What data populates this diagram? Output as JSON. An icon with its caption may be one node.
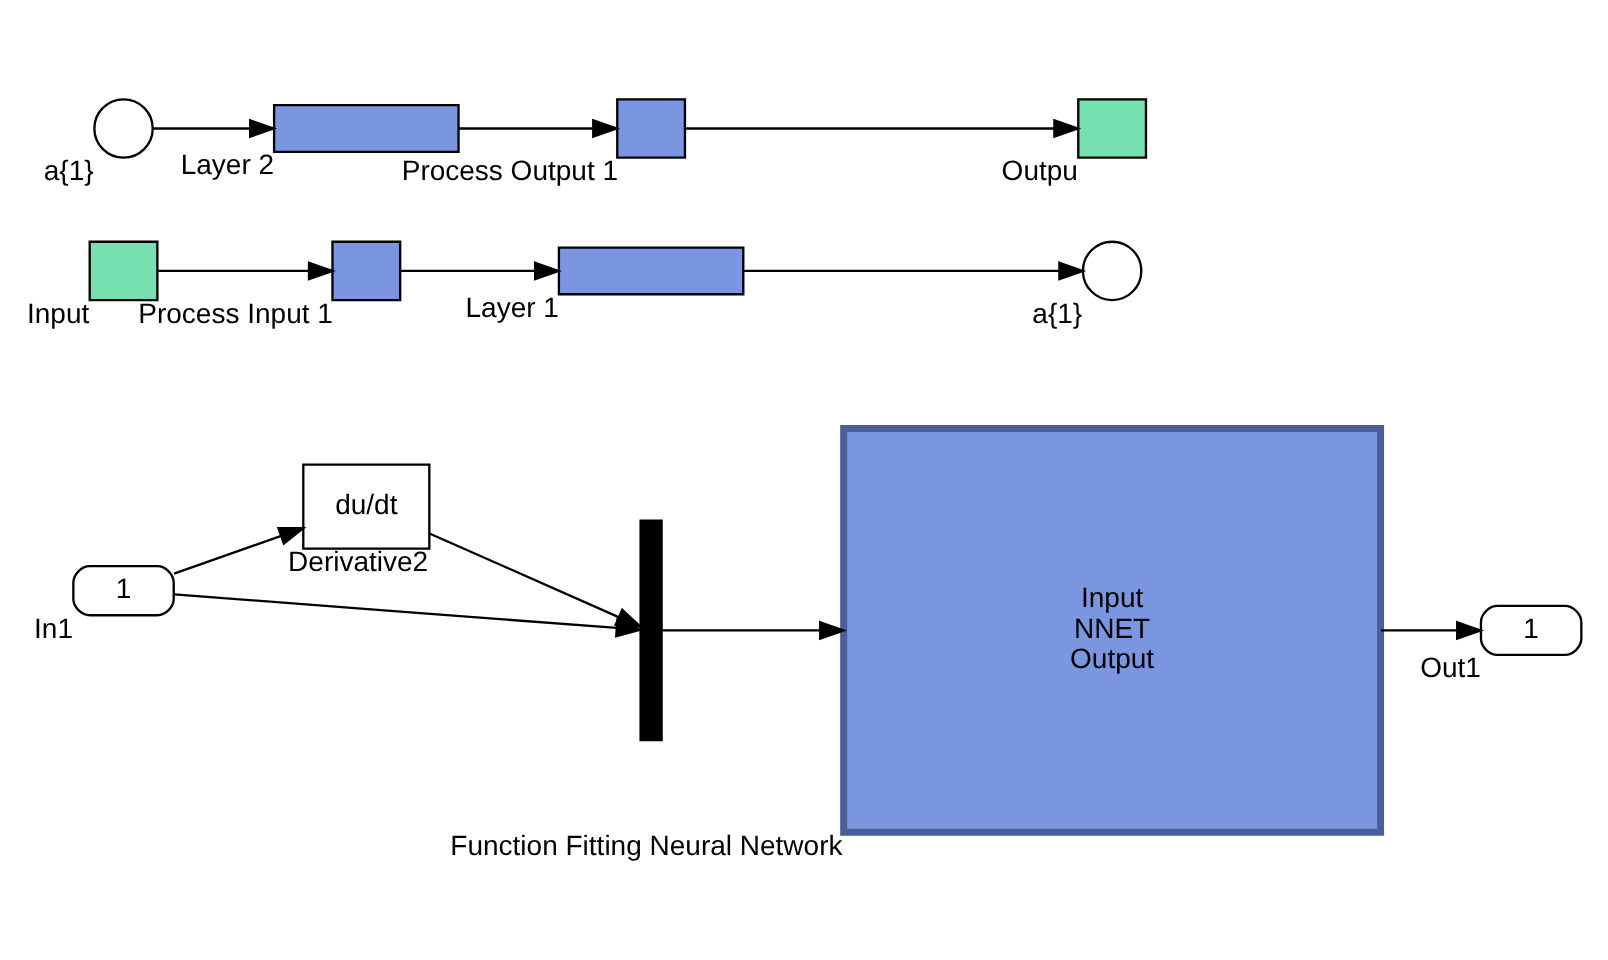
{
  "diagram": {
    "nodes": [
      {
        "text": [
          "1"
        ],
        "beside": [
          "In1"
        ]
      },
      {
        "text": [
          "du/dt"
        ],
        "beside": [
          "Derivative2"
        ]
      },
      {
        "text": [],
        "shape": "bar"
      },
      {
        "text": [
          "Input",
          "NNET",
          "Output"
        ],
        "beside": [
          "Function Fitting Neural Network"
        ]
      },
      {
        "text": [
          "1"
        ],
        "beside": [
          "Out1"
        ]
      },
      {
        "text": [],
        "shape": "box",
        "beside": [
          "Input"
        ]
      },
      {
        "text": [],
        "shape": "box",
        "beside": [
          "Process Input 1"
        ]
      },
      {
        "text": [],
        "shape": "bar",
        "beside": [
          "Layer 1"
        ]
      },
      {
        "text": [],
        "shape": "circle",
        "beside": [
          "a{1}"
        ]
      },
      {
        "text": [],
        "shape": "bar",
        "beside": [
          "Layer 2"
        ]
      },
      {
        "text": [],
        "shape": "circle",
        "beside": [
          "a{1}"
        ]
      },
      {
        "text": [],
        "shape": "box",
        "beside": [
          "Process Output 1"
        ]
      },
      {
        "text": [],
        "shape": "box",
        "beside": [
          "Outpu"
        ]
      }
    ],
    "edges": [
      {
        "from": 0,
        "to": 2,
        "arrow": "to"
      },
      {
        "from": 0,
        "to": 1,
        "arrow": "to"
      },
      {
        "from": 1,
        "to": 2,
        "arrow": "to"
      },
      {
        "from": 2,
        "to": 3,
        "arrow": "to"
      },
      {
        "from": 3,
        "to": 4,
        "arrow": "to"
      },
      {
        "from": 5,
        "to": 6,
        "arrow": "to"
      },
      {
        "from": 6,
        "to": 7,
        "arrow": "to"
      },
      {
        "from": 7,
        "to": 8,
        "arrow": "to"
      },
      {
        "from": 10,
        "to": 9,
        "arrow": "to"
      },
      {
        "from": 9,
        "to": 11,
        "arrow": "to"
      },
      {
        "from": 11,
        "to": 12,
        "arrow": "to"
      }
    ]
  }
}
